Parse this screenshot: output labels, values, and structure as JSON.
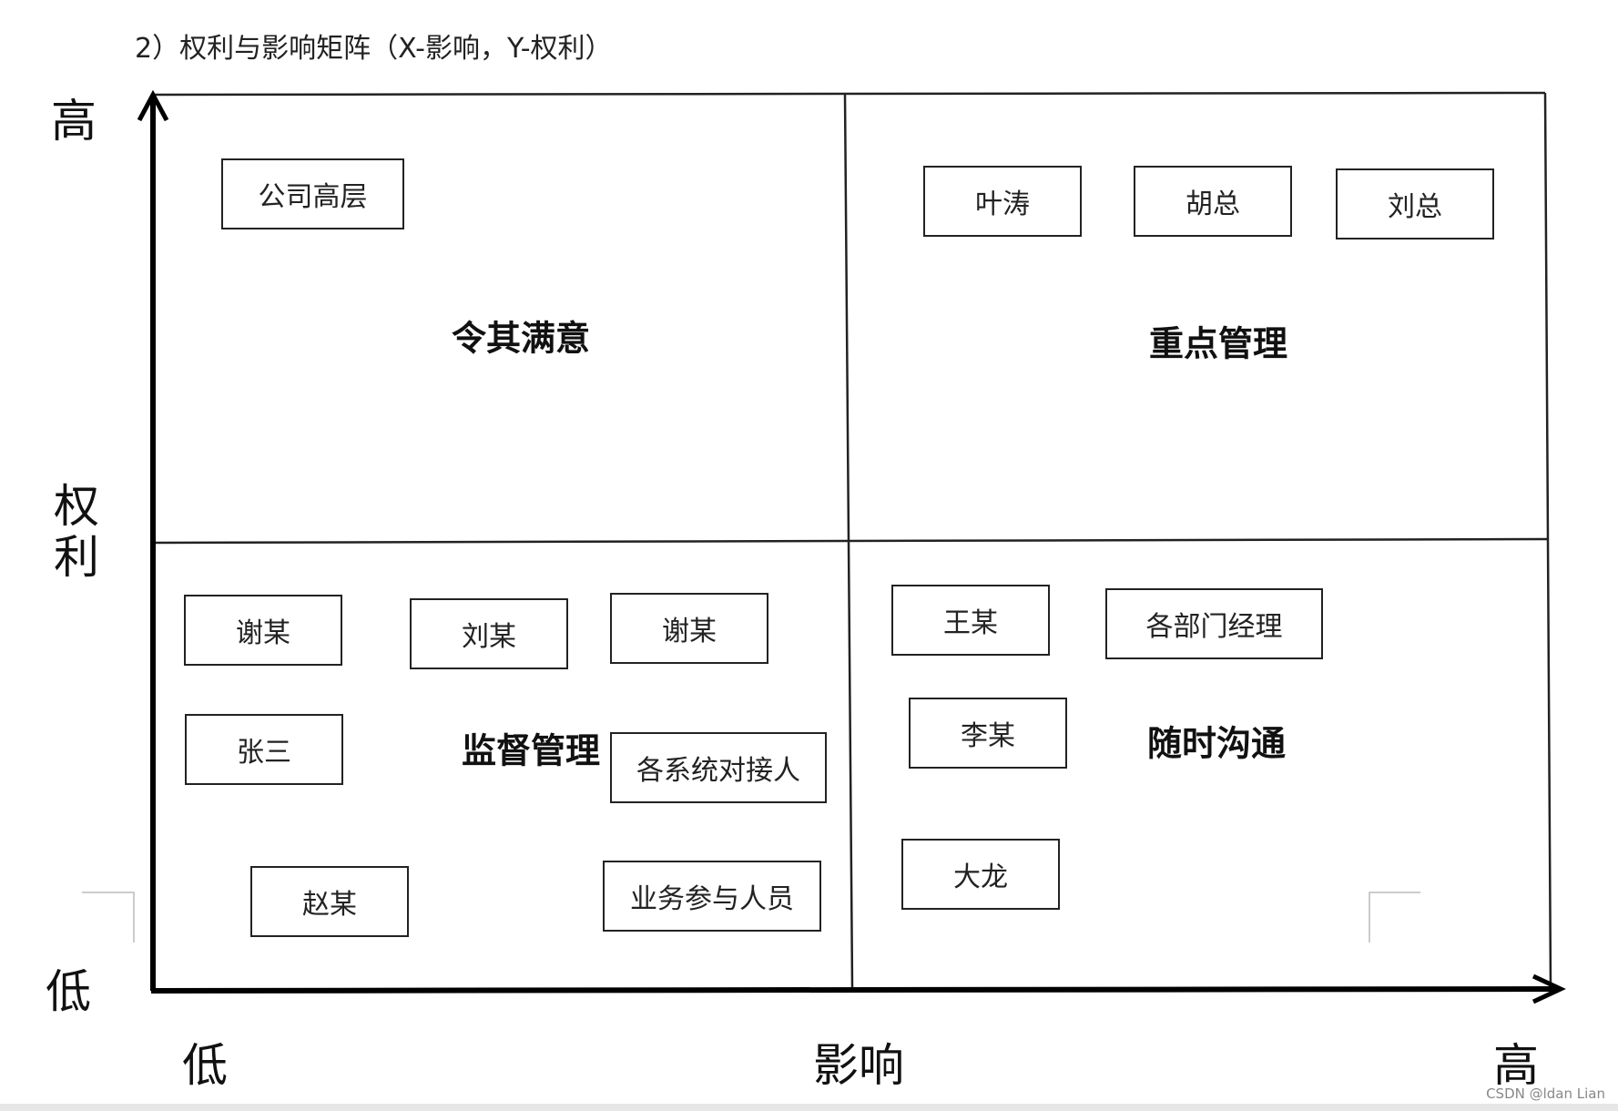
{
  "heading": "2）权利与影响矩阵（X-影响，Y-权利）",
  "y_axis": {
    "high": "高",
    "label_line1": "权",
    "label_line2": "利",
    "low": "低"
  },
  "x_axis": {
    "low": "低",
    "label": "影响",
    "high": "高"
  },
  "quadrants": {
    "top_left": {
      "title": "令其满意",
      "items": [
        "公司高层"
      ]
    },
    "top_right": {
      "title": "重点管理",
      "items": [
        "叶涛",
        "胡总",
        "刘总"
      ]
    },
    "bottom_left": {
      "title": "监督管理",
      "items": [
        "谢某",
        "刘某",
        "谢某",
        "张三",
        "各系统对接人",
        "赵某",
        "业务参与人员"
      ]
    },
    "bottom_right": {
      "title": "随时沟通",
      "items": [
        "王某",
        "各部门经理",
        "李某",
        "大龙"
      ]
    }
  },
  "watermark": "CSDN @ldan Lian"
}
